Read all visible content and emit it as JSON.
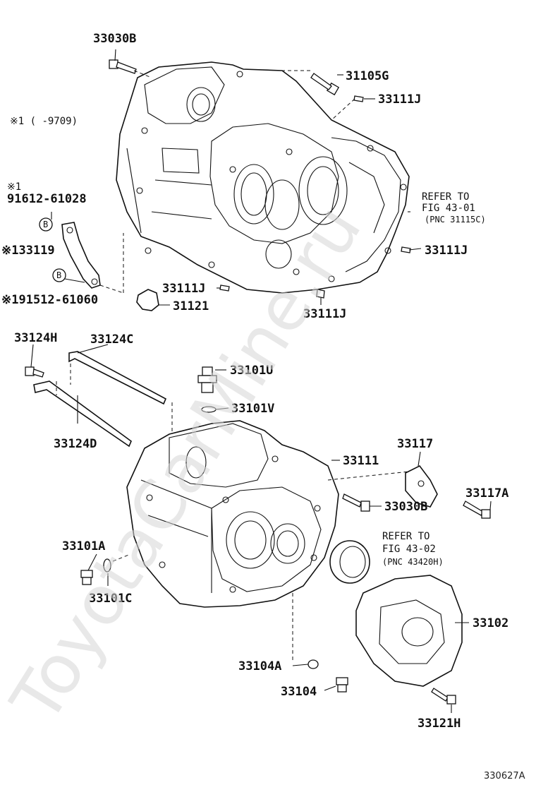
{
  "watermark": "ToyotaCarMine.ru",
  "diagram_code": "330627A",
  "labels": {
    "p33030B_top": "33030B",
    "p31105G": "31105G",
    "p33111J_a": "33111J",
    "note_range": "※1 (    -9709)",
    "note_star": "※1",
    "p91612": "91612-61028",
    "circle_b1": "B",
    "p33119": "※133119",
    "circle_b2": "B",
    "p91512": "※191512-61060",
    "p33111J_b": "33111J",
    "p31121": "31121",
    "p33111J_c": "33111J",
    "p33111J_d": "33111J",
    "ref1_a": "REFER TO",
    "ref1_b": "FIG 43-01",
    "ref1_c": "(PNC 31115C)",
    "p33124H": "33124H",
    "p33124C": "33124C",
    "p33101U": "33101U",
    "p33101V": "33101V",
    "p33124D": "33124D",
    "p33111": "33111",
    "p33117": "33117",
    "p33117A": "33117A",
    "p33030B_mid": "33030B",
    "ref2_a": "REFER TO",
    "ref2_b": "FIG 43-02",
    "ref2_c": "(PNC 43420H)",
    "p33101A": "33101A",
    "p33101C": "33101C",
    "p33102": "33102",
    "p33104A": "33104A",
    "p33104": "33104",
    "p33121H": "33121H"
  }
}
